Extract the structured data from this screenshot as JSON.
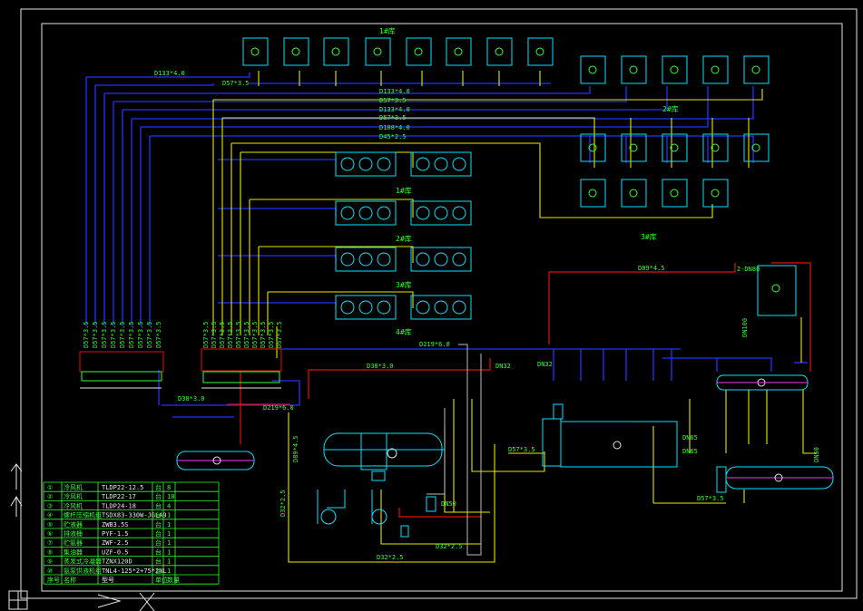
{
  "colors": {
    "background": "#000000",
    "frame": "#e6e6e6",
    "pipe_blue": "#2233ff",
    "pipe_yellow": "#e8e800",
    "pipe_red": "#e01010",
    "equipment_cyan": "#00e5ff",
    "text_green": "#33ff33",
    "pipe_white": "#dddddd",
    "magenta": "#ff33ff"
  },
  "unit_groups": {
    "group1": "1#库",
    "group2": "2#库",
    "group3": "3#库"
  },
  "cooler_groups": [
    "1#库",
    "2#库",
    "3#库",
    "4#库"
  ],
  "pipe_labels": {
    "d133_left": "D133*4.0",
    "d57_top": "D57*3.5",
    "bus": [
      "D133*4.0",
      "D57*3.5",
      "D133*4.0",
      "D57*3.5",
      "D108*4.0",
      "D45*2.5"
    ],
    "d219a": "D219*6.0",
    "d219b": "D219*6.0",
    "d38": "D38*3.0",
    "d38b": "D38*3.0",
    "d89": "D89*4.5",
    "d57_mid": "D57*3.5",
    "d57_right": "D57*3.5",
    "d32a": "D32*2.5",
    "d32b": "D32*2.5",
    "d32c": "D32*2.5",
    "d89v": "D89*4.5",
    "dn50": "DN50",
    "dn65a": "DN65",
    "dn65b": "DN65",
    "dn32a": "DN32",
    "dn32b": "DN32",
    "dn100": "DN100",
    "dn50b": "DN50",
    "dn2": "2-DN80"
  },
  "manifold_left_labels": [
    "D57*3.5",
    "D57*3.5",
    "D57*3.5",
    "D57*3.5",
    "D57*3.5",
    "D57*3.5",
    "D57*3.5",
    "D57*3.5",
    "D57*3.5"
  ],
  "manifold_mid_labels": [
    "D57*3.5",
    "D57*3.5",
    "D57*3.5",
    "D57*3.5",
    "D57*3.5",
    "D57*3.5",
    "D57*3.5",
    "D57*3.5",
    "D57*3.5",
    "D57*3.5"
  ],
  "equipment_table": {
    "rows": [
      {
        "no": "①",
        "name": "冷风机",
        "model": "TLDP22-12.5",
        "unit": "台",
        "qty": "8"
      },
      {
        "no": "②",
        "name": "冷风机",
        "model": "TLDP22-17",
        "unit": "台",
        "qty": "10"
      },
      {
        "no": "③",
        "name": "冷风机",
        "model": "TLDP24-18",
        "unit": "台",
        "qty": "4"
      },
      {
        "no": "④",
        "name": "螺杆压缩机组",
        "model": "TSDX83-330W-JGLA9",
        "unit": "台",
        "qty": "1"
      },
      {
        "no": "⑤",
        "name": "贮液器",
        "model": "ZWB3.5S",
        "unit": "台",
        "qty": "1"
      },
      {
        "no": "⑥",
        "name": "排液桶",
        "model": "PYF-1.5",
        "unit": "台",
        "qty": "1"
      },
      {
        "no": "⑦",
        "name": "贮氨器",
        "model": "ZWF-2.5",
        "unit": "台",
        "qty": "1"
      },
      {
        "no": "⑧",
        "name": "集油器",
        "model": "UZF-0.5",
        "unit": "台",
        "qty": "1"
      },
      {
        "no": "⑨",
        "name": "蒸发式冷凝器",
        "model": "TZNX120D",
        "unit": "台",
        "qty": "1"
      },
      {
        "no": "⑩",
        "name": "氨泵供液机组",
        "model": "TNL4-125*2+75*2NL",
        "unit": "台",
        "qty": "1"
      }
    ],
    "footer": {
      "no": "序号",
      "name": "名称",
      "model": "型号",
      "unit": "单位",
      "qty": "数量"
    }
  }
}
